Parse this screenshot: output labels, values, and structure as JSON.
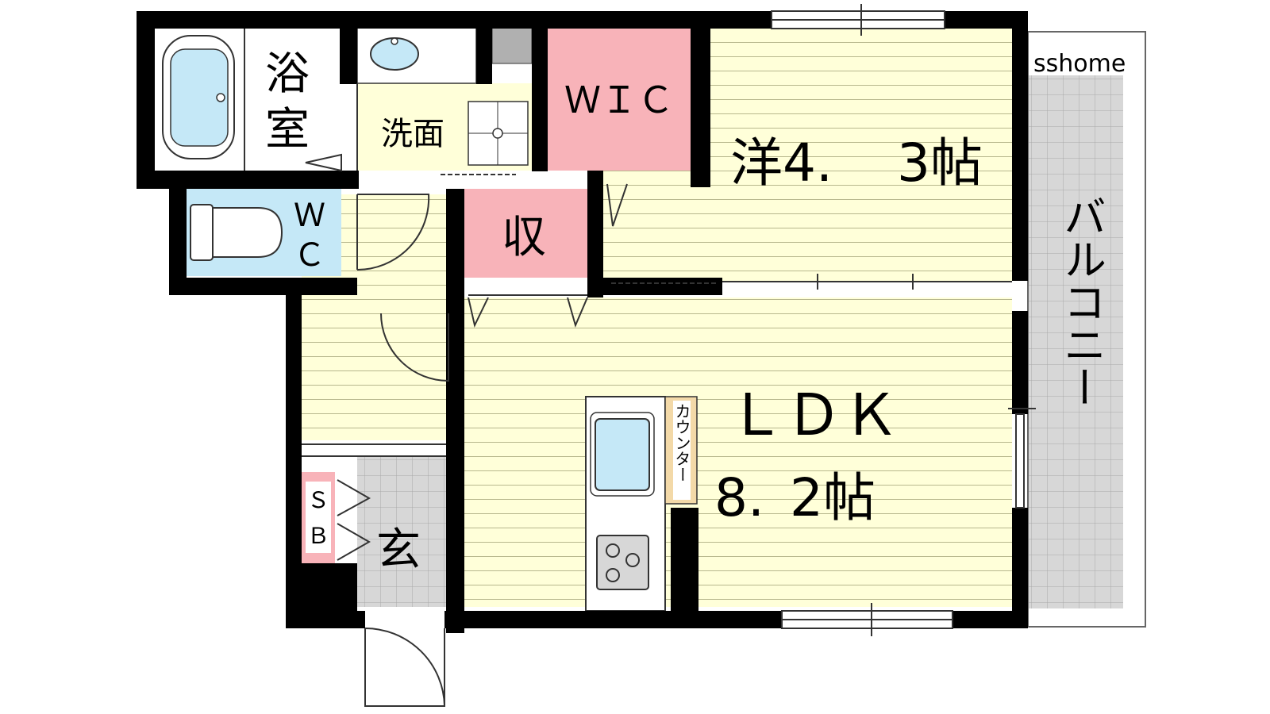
{
  "rooms": {
    "bath_line1": "浴",
    "bath_line2": "室",
    "washroom": "洗面",
    "wic": "ＷＩＣ",
    "western_name": "洋4.",
    "western_size": "3帖",
    "storage": "収",
    "wc_line1": "Ｗ",
    "wc_line2": "Ｃ",
    "ldk_name": "ＬＤＫ",
    "ldk_size": "8.",
    "ldk_size_unit": "2帖",
    "counter": "カウンター",
    "shoebox_line1": "Ｓ",
    "shoebox_line2": "Ｂ",
    "entrance": "玄",
    "balcony": "バルコニー"
  },
  "watermark": "sshome",
  "colors": {
    "wall": "#000000",
    "floor_wood": "#ffffd9",
    "floor_line": "#b8b88e",
    "wet_area": "#c5e8f7",
    "storage": "#f8b3b9",
    "tile": "#d7d7d7",
    "counter": "#f3d9a8"
  }
}
